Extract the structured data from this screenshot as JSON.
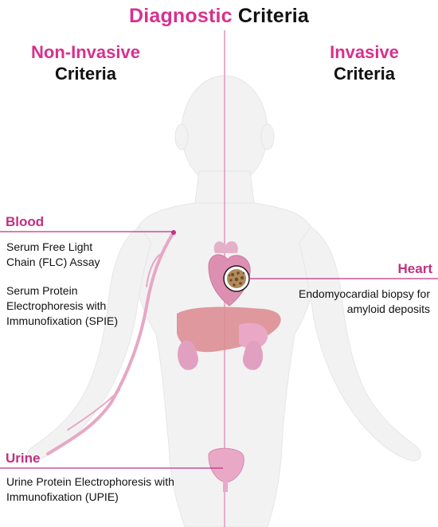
{
  "title": {
    "accent": "Diagnostic",
    "rest": " Criteria"
  },
  "non_invasive": {
    "line1": "Non-Invasive",
    "line2": "Criteria"
  },
  "invasive": {
    "line1": "Invasive",
    "line2": "Criteria"
  },
  "blood": {
    "label": "Blood",
    "test1": "Serum  Free Light\nChain (FLC) Assay",
    "test2": "Serum Protein\nElectrophoresis with\nImmunofixation (SPIE)"
  },
  "heart": {
    "label": "Heart",
    "test": "Endomyocardial biopsy for\namyloid deposits"
  },
  "urine": {
    "label": "Urine",
    "test": "Urine Protein Electrophoresis with\nImmunofixation (UPIE)"
  },
  "colors": {
    "accent": "#d7318e",
    "section": "#c2307f",
    "divider": "#e3a6c3",
    "body_silhouette": "#f2f2f3",
    "organ_pink": "#e9a9c6"
  }
}
